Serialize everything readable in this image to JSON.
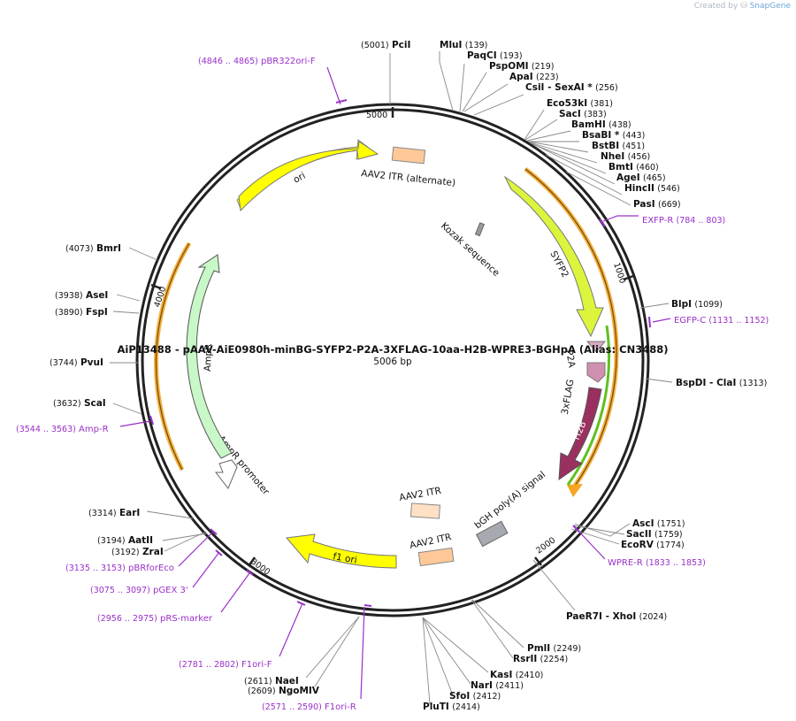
{
  "credit": {
    "prefix": "Created by",
    "brand": "SnapGene"
  },
  "title": "AiP13488 - pAAV-AiE0980h-minBG-SYFP2-P2A-3XFLAG-10aa-H2B-WPRE3-BGHpA (Alias: CN3488)",
  "length": "5006 bp",
  "ticks": [
    {
      "pos": 1000,
      "label": "1000"
    },
    {
      "pos": 2000,
      "label": "2000"
    },
    {
      "pos": 3000,
      "label": "3000"
    },
    {
      "pos": 4000,
      "label": "4000"
    },
    {
      "pos": 5000,
      "label": "5000"
    }
  ],
  "features": [
    {
      "name": "ori",
      "type": "arrow",
      "color": "#ffff00"
    },
    {
      "name": "AAV2 ITR (alternate)",
      "type": "box",
      "color": "#ffc898"
    },
    {
      "name": "Kozak sequence",
      "type": "box",
      "color": "#9a9a9a"
    },
    {
      "name": "SYFP2",
      "type": "arrow",
      "color": "#dcf53c"
    },
    {
      "name": "P2A",
      "type": "arrow",
      "color": "#d8a8c0"
    },
    {
      "name": "3xFLAG",
      "type": "arrow",
      "color": "#d090b0"
    },
    {
      "name": "H2B",
      "type": "arrow",
      "color": "#9a3060"
    },
    {
      "name": "bGH poly(A) signal",
      "type": "box",
      "color": "#a6aab0"
    },
    {
      "name": "AAV2 ITR",
      "type": "box",
      "color": "#ffc898"
    },
    {
      "name": "AAV2 ITR",
      "type": "box",
      "color": "#ffe0c4"
    },
    {
      "name": "f1 ori",
      "type": "arrow",
      "color": "#ffff00"
    },
    {
      "name": "AmpR promoter",
      "type": "arrow",
      "color": "#ffffff"
    },
    {
      "name": "AmpR",
      "type": "arrow",
      "color": "#c8f8c8"
    }
  ],
  "enzymes": [
    {
      "name": "PciI",
      "pos": "(5001)",
      "side": "left"
    },
    {
      "name": "MluI",
      "pos": "(139)"
    },
    {
      "name": "PaqCI",
      "pos": "(193)"
    },
    {
      "name": "PspOMI",
      "pos": "(219)"
    },
    {
      "name": "ApaI",
      "pos": "(223)"
    },
    {
      "name": "CsiI",
      "suffix": " - SexAI *",
      "pos": "(256)"
    },
    {
      "name": "Eco53kI",
      "pos": "(381)"
    },
    {
      "name": "SacI",
      "pos": "(383)"
    },
    {
      "name": "BamHI",
      "pos": "(438)"
    },
    {
      "name": "BsaBI *",
      "pos": "(443)"
    },
    {
      "name": "BstBI",
      "pos": "(451)"
    },
    {
      "name": "NheI",
      "pos": "(456)"
    },
    {
      "name": "BmtI",
      "pos": "(460)"
    },
    {
      "name": "AgeI",
      "pos": "(465)"
    },
    {
      "name": "HincII",
      "pos": "(546)"
    },
    {
      "name": "PasI",
      "pos": "(669)"
    },
    {
      "name": "BlpI",
      "pos": "(1099)"
    },
    {
      "name": "BspDI",
      "suffix": " - ClaI",
      "pos": "(1313)"
    },
    {
      "name": "AscI",
      "pos": "(1751)"
    },
    {
      "name": "SacII",
      "pos": "(1759)"
    },
    {
      "name": "EcoRV",
      "pos": "(1774)"
    },
    {
      "name": "PaeR7I",
      "suffix": " - XhoI",
      "pos": "(2024)"
    },
    {
      "name": "PmlI",
      "pos": "(2249)"
    },
    {
      "name": "RsrII",
      "pos": "(2254)"
    },
    {
      "name": "KasI",
      "pos": "(2410)"
    },
    {
      "name": "NarI",
      "pos": "(2411)"
    },
    {
      "name": "SfoI",
      "pos": "(2412)"
    },
    {
      "name": "PluTI",
      "pos": "(2414)"
    },
    {
      "name": "NaeI",
      "pos": "(2611)",
      "side": "left"
    },
    {
      "name": "NgoMIV",
      "pos": "(2609)",
      "side": "left"
    },
    {
      "name": "ZraI",
      "pos": "(3192)",
      "side": "left"
    },
    {
      "name": "AatII",
      "pos": "(3194)",
      "side": "left"
    },
    {
      "name": "EarI",
      "pos": "(3314)",
      "side": "left"
    },
    {
      "name": "ScaI",
      "pos": "(3632)",
      "side": "left"
    },
    {
      "name": "PvuI",
      "pos": "(3744)",
      "side": "left"
    },
    {
      "name": "FspI",
      "pos": "(3890)",
      "side": "left"
    },
    {
      "name": "AseI",
      "pos": "(3938)",
      "side": "left"
    },
    {
      "name": "BmrI",
      "pos": "(4073)",
      "side": "left"
    }
  ],
  "primers": [
    {
      "name": "pBR322ori-F",
      "range": "(4846 .. 4865)",
      "side": "left"
    },
    {
      "name": "EXFP-R",
      "range": "(784 .. 803)"
    },
    {
      "name": "EGFP-C",
      "range": "(1131 .. 1152)"
    },
    {
      "name": "WPRE-R",
      "range": "(1833 .. 1853)"
    },
    {
      "name": "Amp-R",
      "range": "(3544 .. 3563)",
      "side": "left"
    },
    {
      "name": "pBRforEco",
      "range": "(3135 .. 3153)",
      "side": "left"
    },
    {
      "name": "pGEX 3'",
      "range": "(3075 .. 3097)",
      "side": "left"
    },
    {
      "name": "pRS-marker",
      "range": "(2956 .. 2975)",
      "side": "left"
    },
    {
      "name": "F1ori-F",
      "range": "(2781 .. 2802)",
      "side": "left"
    },
    {
      "name": "F1ori-R",
      "range": "(2571 .. 2590)",
      "side": "left"
    }
  ],
  "colors": {
    "backbone": "#222222",
    "enzyme_line": "#888888",
    "primer": "#9a30c8",
    "orange_track": "#f5a623"
  }
}
